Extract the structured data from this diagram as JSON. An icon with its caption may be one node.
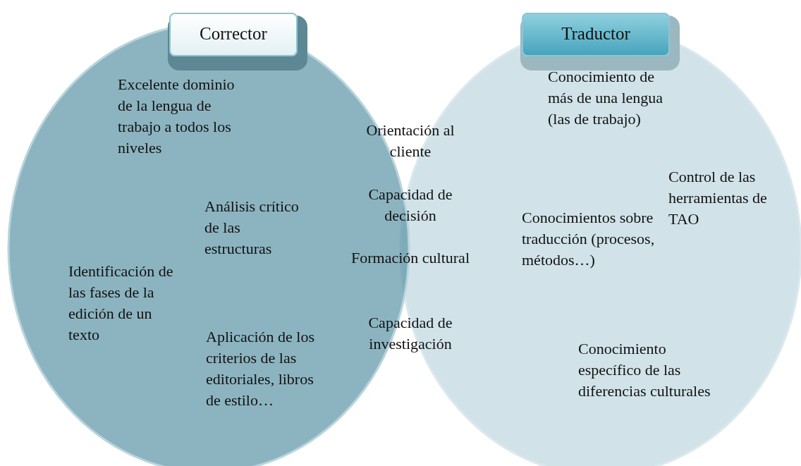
{
  "diagram": {
    "nodes": [
      {
        "text": [
          "Corrector",
          "Excelente dominio de la lengua de trabajo a todos los niveles",
          "Análisis crítico de las estructuras",
          "Identificación de las fases de la edición de un texto",
          "Aplicación de los criterios de las editoriales, libros de estilo…"
        ]
      },
      {
        "text": [
          "Traductor",
          "Conocimiento de más de una lengua (las de trabajo)",
          "Control de las herramientas de TAO",
          "Conocimientos sobre traducción (procesos, métodos…)",
          "Conocimiento específico de las diferencias culturales"
        ]
      }
    ],
    "labels": [
      "Orientación al cliente",
      "Capacidad de decisión",
      "Formación cultural",
      "Capacidad de investigación"
    ]
  }
}
